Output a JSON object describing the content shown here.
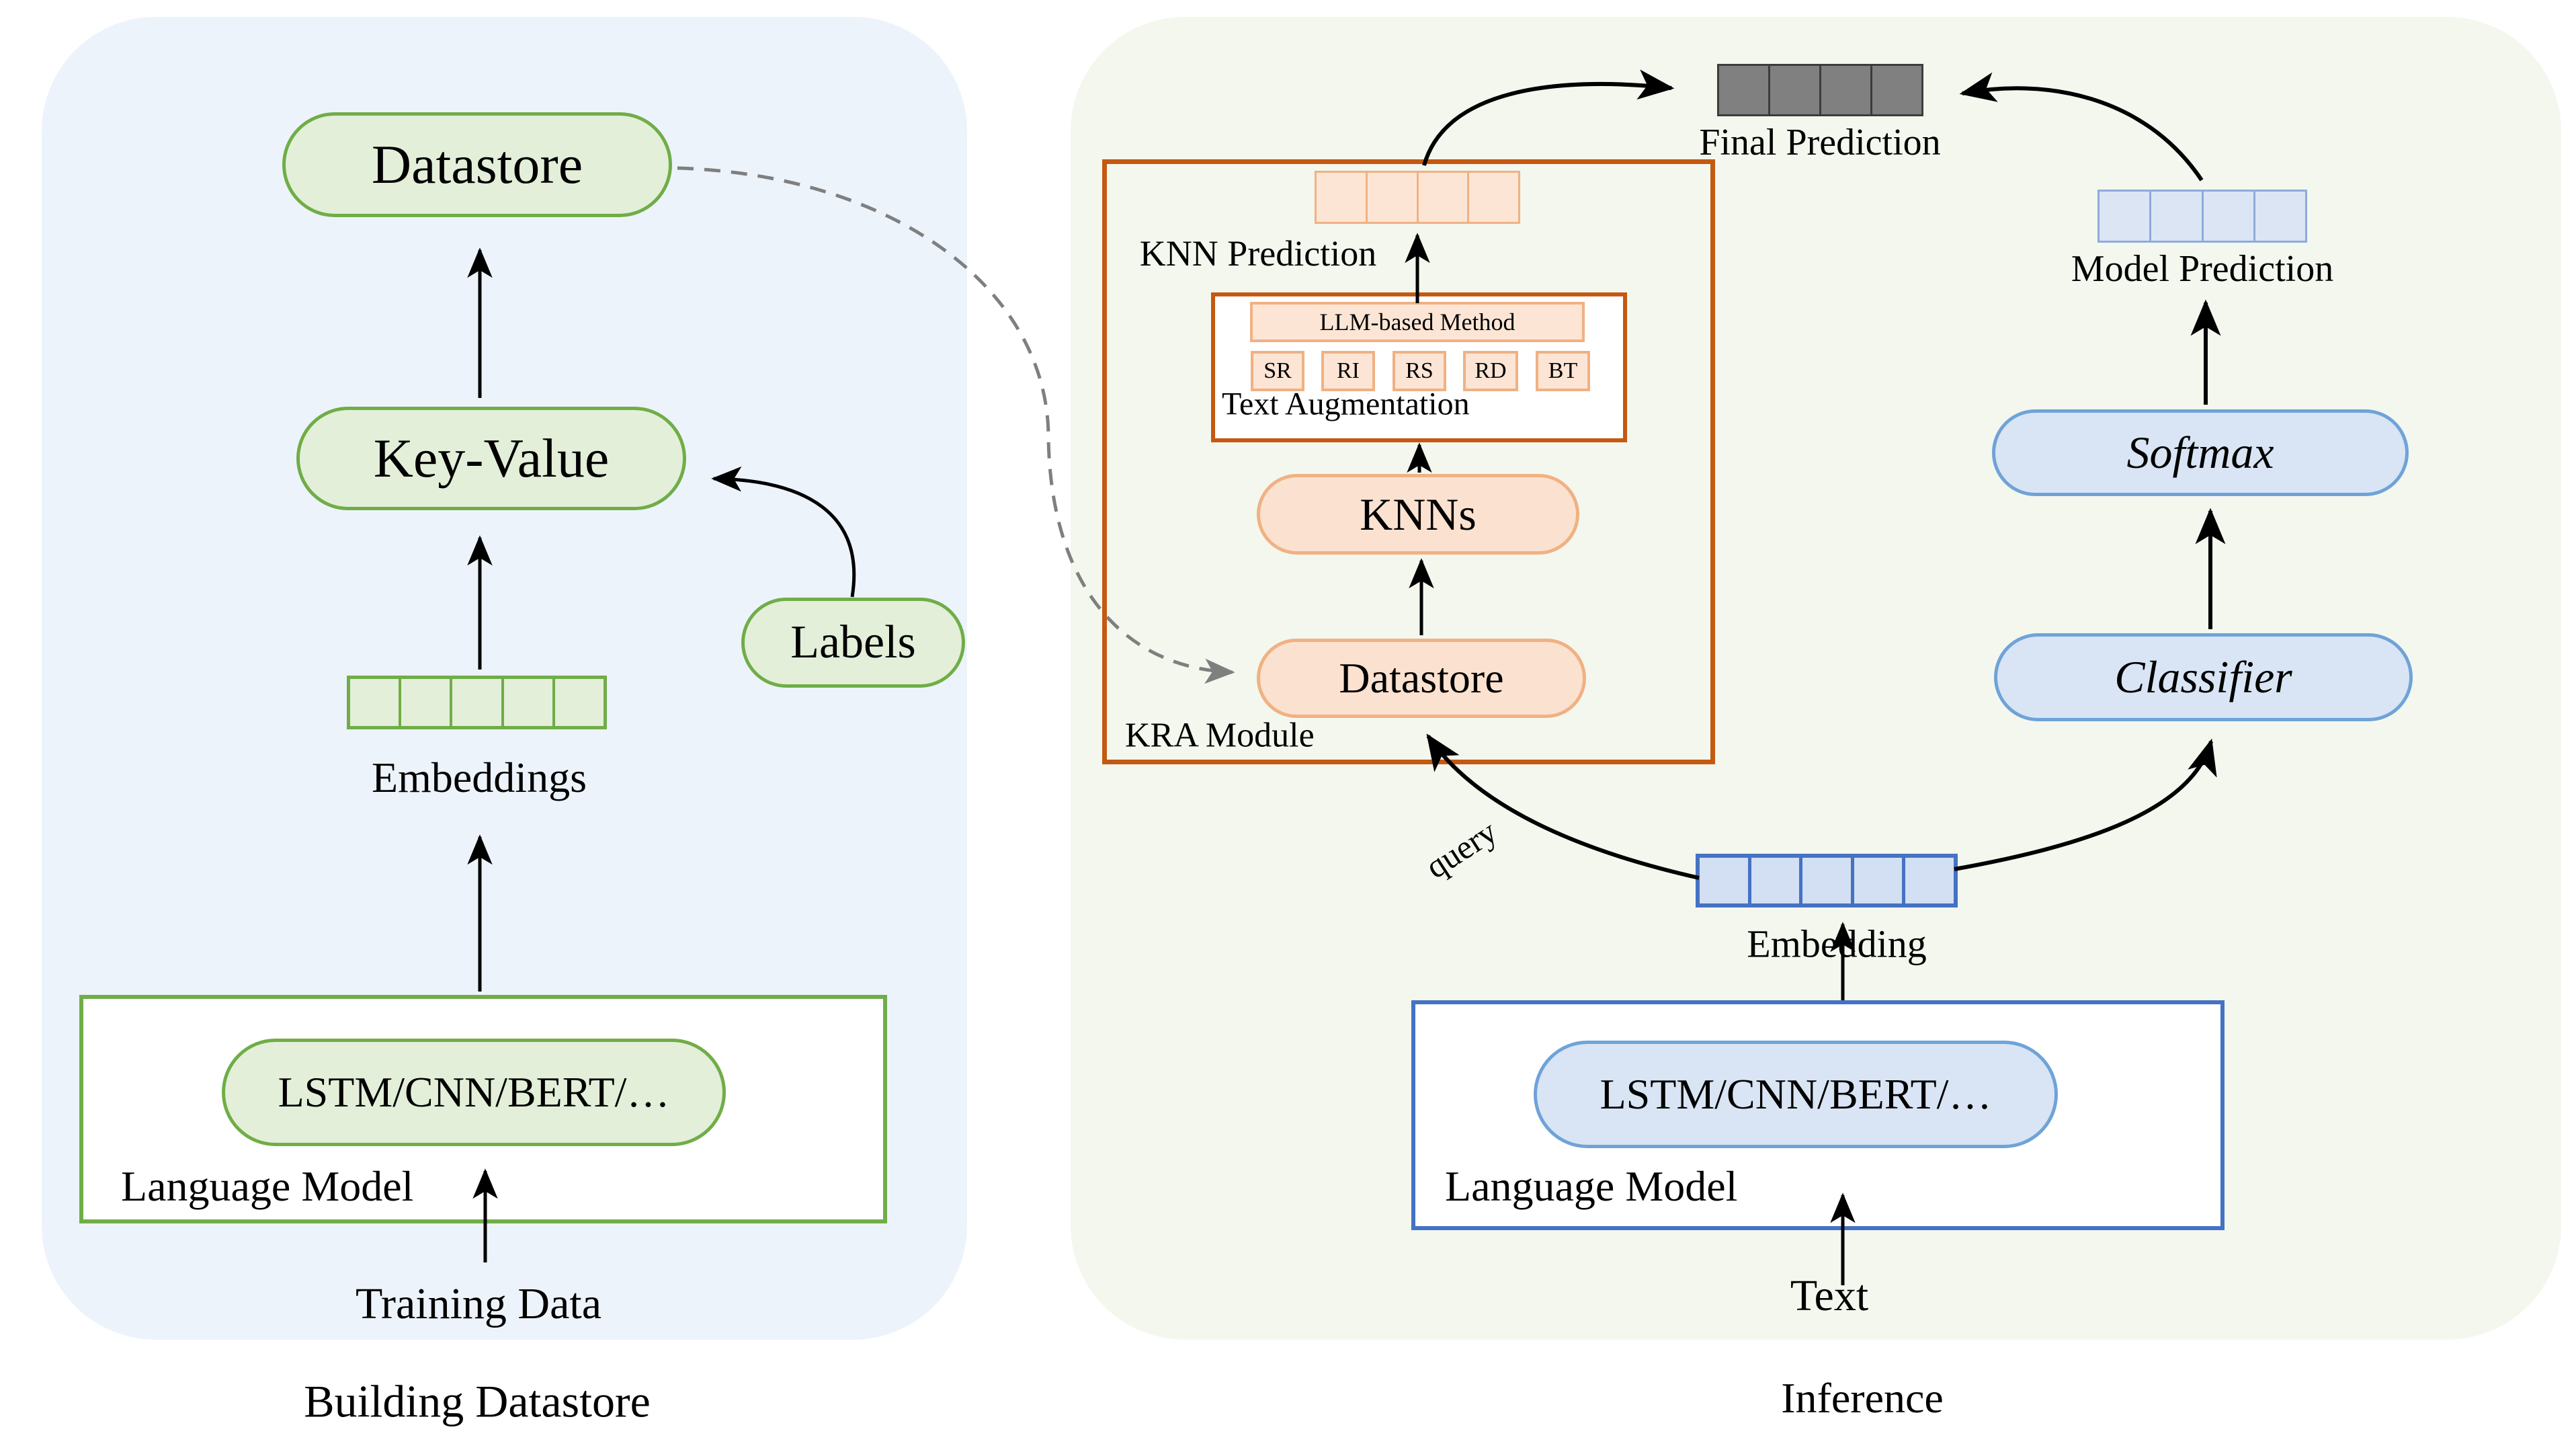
{
  "colors": {
    "left_panel_bg": "#edf3fa",
    "right_panel_bg": "#f4f7ee",
    "green_border": "#70ad47",
    "green_fill": "#e3efd9",
    "orange_module_border": "#c45911",
    "peach_border": "#f0b183",
    "peach_fill": "#fbe2d0",
    "peach_cell_fill": "#fce5d5",
    "blue_border": "#4472c4",
    "blue_pill_border": "#6fa3d8",
    "blue_pill_fill": "#d9e5f4",
    "blue_cell_fill": "#d3dff2",
    "model_cell_fill": "#dbe5f4",
    "model_cell_border": "#8faadc",
    "gray_cell_fill": "#808080",
    "gray_cell_border": "#3c3c3c",
    "dashed_line": "#7f7f7f",
    "arrow": "#000000"
  },
  "building": {
    "caption": "Building Datastore",
    "datastore": "Datastore",
    "key_value": "Key-Value",
    "labels": "Labels",
    "embeddings": {
      "label": "Embeddings",
      "cells": 5
    },
    "language_model": {
      "box_label": "Language Model",
      "model": "LSTM/CNN/BERT/…"
    },
    "training_data": "Training Data"
  },
  "inference": {
    "caption": "Inference",
    "final_prediction": {
      "label": "Final Prediction",
      "cells": 4
    },
    "knn_prediction": {
      "label": "KNN Prediction",
      "cells": 4
    },
    "kra_module": {
      "label": "KRA Module",
      "text_augmentation": {
        "label": "Text Augmentation",
        "llm_based_method": "LLM-based Method",
        "methods": [
          "SR",
          "RI",
          "RS",
          "RD",
          "BT"
        ]
      },
      "knns": "KNNs",
      "datastore": "Datastore"
    },
    "query_label": "query",
    "embedding": {
      "label": "Embedding",
      "cells": 5
    },
    "language_model": {
      "box_label": "Language Model",
      "model": "LSTM/CNN/BERT/…"
    },
    "text_input": "Text",
    "model_prediction": {
      "label": "Model Prediction",
      "cells": 4
    },
    "softmax": "Softmax",
    "classifier": "Classifier"
  }
}
